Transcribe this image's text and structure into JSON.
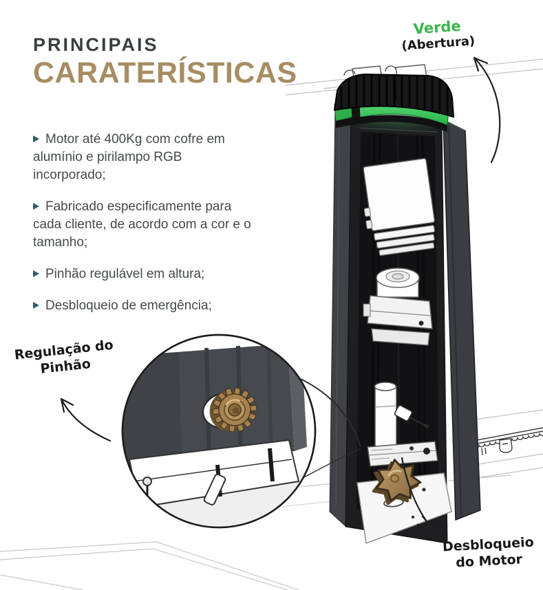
{
  "title": {
    "eyebrow": "PRINCIPAIS",
    "heading": "CARATERÍSTICAS"
  },
  "features": [
    {
      "lines": [
        "Motor até 400Kg com cofre em",
        "alumínio e pirilampo RGB",
        "incorporado;"
      ]
    },
    {
      "lines": [
        "Fabricado especificamente para",
        "cada cliente, de acordo com a cor e o",
        "tamanho;"
      ]
    },
    {
      "lines": [
        "Pinhão regulável em altura;"
      ]
    },
    {
      "lines": [
        "Desbloqueio de emergência;"
      ]
    }
  ],
  "annotations": {
    "led": {
      "line1": "Verde",
      "line2": "(Abertura)"
    },
    "pinion": {
      "line1": "Regulação do",
      "line2": "Pinhão"
    },
    "release": {
      "line1": "Desbloqueio",
      "line2": "do Motor"
    }
  },
  "icons": {
    "bullet": "triangle-right-icon"
  },
  "colors": {
    "heading_gold": "#a68d62",
    "eyebrow_dark": "#393e40",
    "bullet_teal": "#2d5f63",
    "body_text": "#45494c",
    "label_green": "#3bb54a",
    "led_green": "#3ecf5b",
    "knob_bronze": "#a5824f"
  }
}
